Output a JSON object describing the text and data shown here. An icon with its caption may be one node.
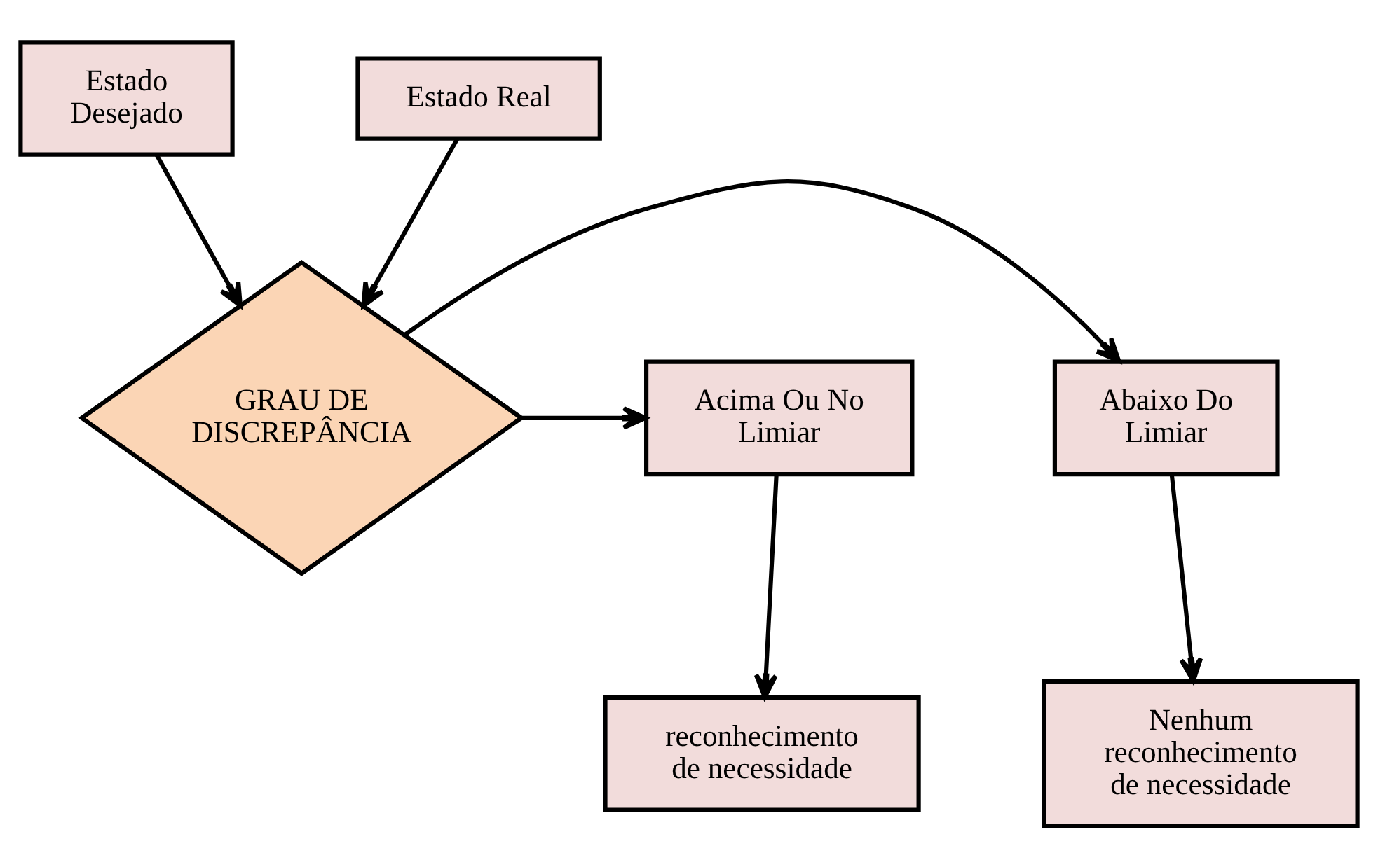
{
  "diagram": {
    "nodes": [
      {
        "text": [
          "Estado Desejado"
        ]
      },
      {
        "text": [
          "Estado Real"
        ]
      },
      {
        "text": [
          "GRAU DE DISCREPÂNCIA"
        ]
      },
      {
        "text": [
          "Abaixo Do Limiar"
        ]
      },
      {
        "text": [
          "Acima Ou No Limiar"
        ]
      },
      {
        "text": [
          "Nenhum reconhecimento de necessidade"
        ]
      },
      {
        "text": [
          "reconhecimento de necessidade"
        ]
      }
    ],
    "edges": [
      {
        "from": 0,
        "to": 2,
        "arrow": "to"
      },
      {
        "from": 1,
        "to": 2,
        "arrow": "to"
      },
      {
        "from": 2,
        "to": 3,
        "arrow": "to"
      },
      {
        "from": 2,
        "to": 4,
        "arrow": "to"
      },
      {
        "from": 3,
        "to": 5,
        "arrow": "to"
      },
      {
        "from": 4,
        "to": 6,
        "arrow": "to"
      }
    ]
  }
}
